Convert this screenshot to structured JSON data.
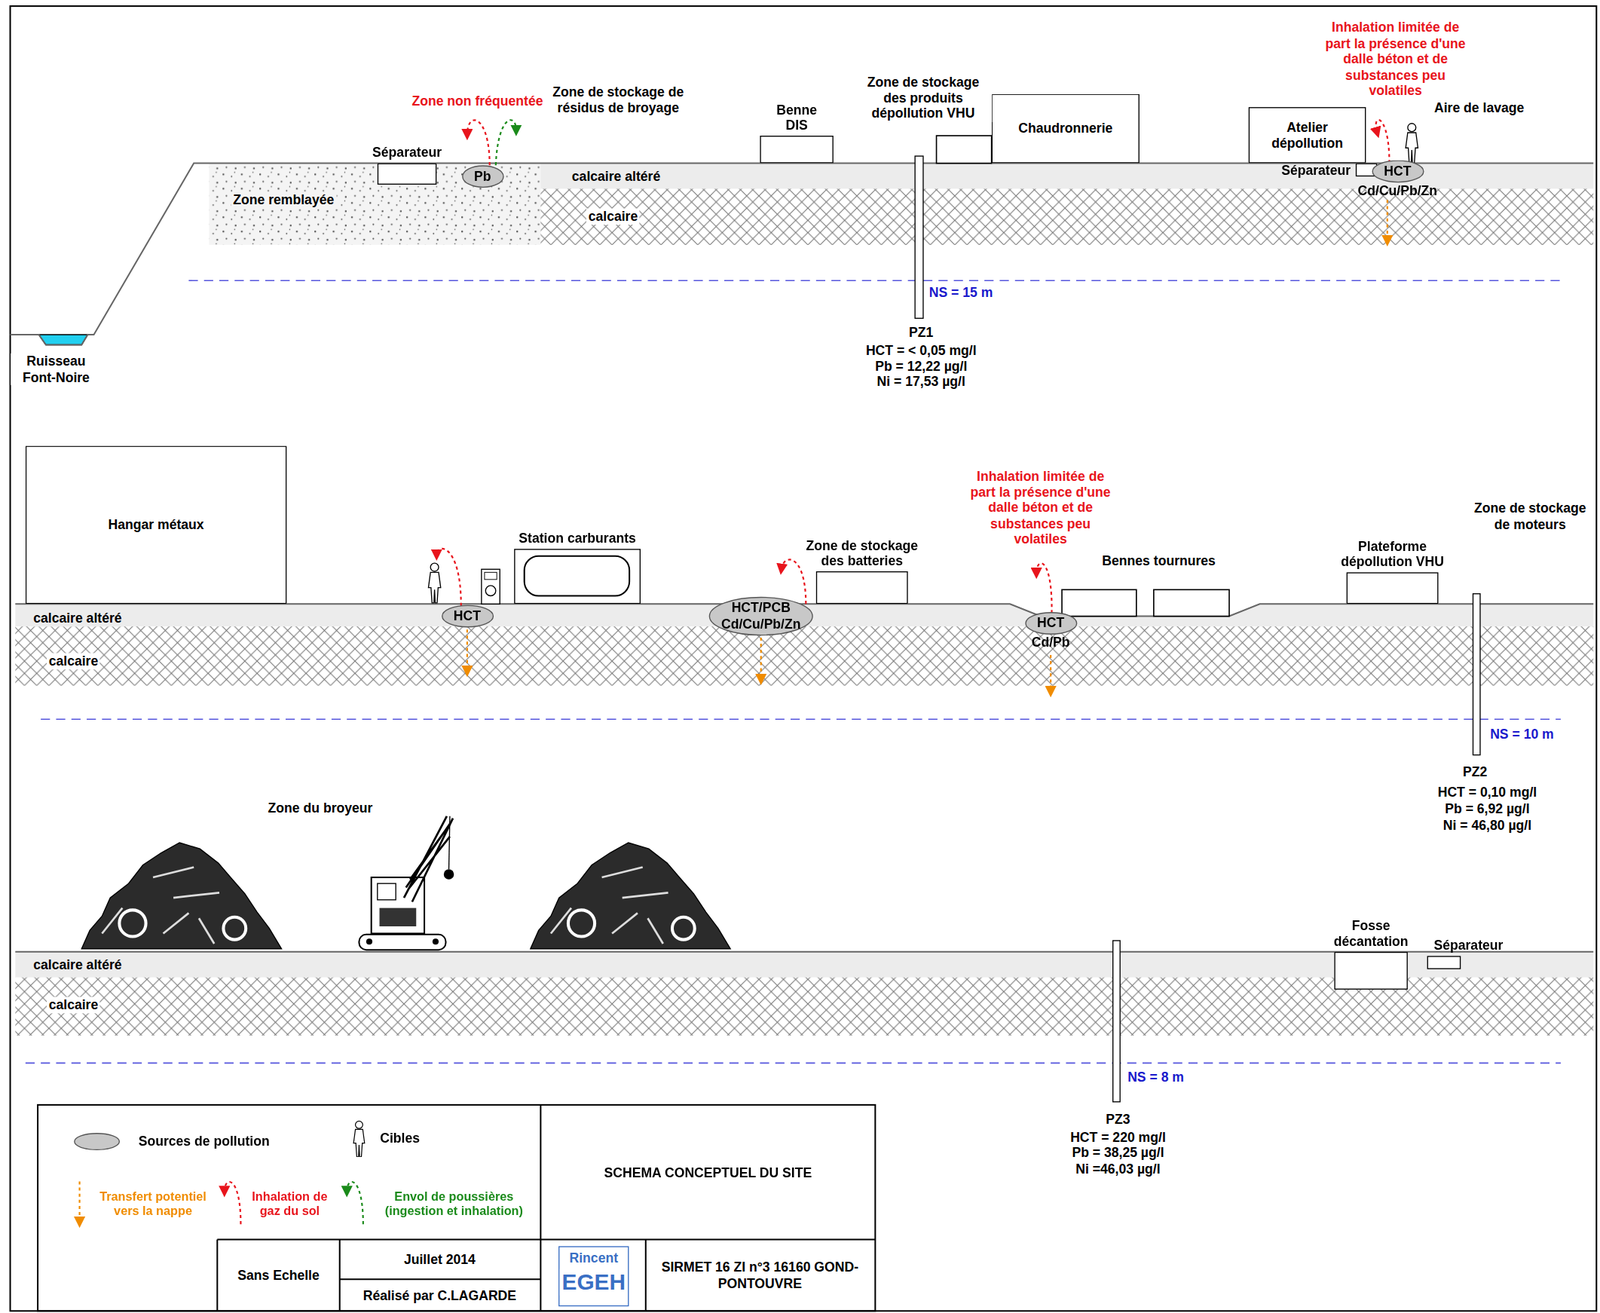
{
  "diagram": {
    "title": "SCHEMA CONCEPTUEL DU SITE",
    "nodes": [
      {
        "text": [
          "Séparateur"
        ]
      },
      {
        "text": [
          "Pb"
        ]
      },
      {
        "text": [
          "Benne DIS"
        ]
      },
      {
        "text": [
          "Chaudronnerie"
        ]
      },
      {
        "text": [
          "Atelier dépollution"
        ]
      },
      {
        "text": [
          "Séparateur"
        ]
      },
      {
        "text": [
          "HCT",
          "Cd/Cu/Pb/Zn"
        ]
      },
      {
        "text": [
          "Hangar métaux"
        ]
      },
      {
        "text": [
          "Station carburants"
        ]
      },
      {
        "text": [
          "HCT"
        ]
      },
      {
        "text": [
          "Zone de stockage des batteries"
        ]
      },
      {
        "text": [
          "HCT/PCB",
          "Cd/Cu/Pb/Zn"
        ]
      },
      {
        "text": [
          "HCT",
          "Cd/Pb"
        ]
      },
      {
        "text": [
          "Plateforme dépollution VHU"
        ]
      },
      {
        "text": [
          "Fosse décantation"
        ]
      },
      {
        "text": [
          "Séparateur"
        ]
      }
    ],
    "labels": [
      "Zone non fréquentée",
      "Zone de stockage de résidus de broyage",
      "Zone remblayée",
      "calcaire altéré",
      "calcaire",
      "Zone de stockage des produits dépollution VHU",
      "Inhalation limitée de part la présence d'une dalle béton et de substances peu volatiles",
      "Aire de lavage",
      "NS = 15 m",
      "PZ1",
      "HCT = < 0,05 mg/l",
      "Pb = 12,22 µg/l",
      "Ni = 17,53 µg/l",
      "Ruisseau Font-Noire",
      "calcaire altéré",
      "calcaire",
      "Inhalation limitée de part la présence d'une dalle béton et de substances peu volatiles",
      "Bennes tournures",
      "Zone de stockage de moteurs",
      "NS = 10 m",
      "PZ2",
      "HCT = 0,10 mg/l",
      "Pb = 6,92 µg/l",
      "Ni = 46,80 µg/l",
      "Zone du broyeur",
      "calcaire altéré",
      "calcaire",
      "NS = 8 m",
      "PZ3",
      "HCT = 220 mg/l",
      "Pb = 38,25 µg/l",
      "Ni =46,03 µg/l",
      "Sans Echelle",
      "Juillet 2014",
      "Réalisé par C.LAGARDE",
      "Rincent",
      "EGEH",
      "SIRMET 16 ZI n°3 16160 GOND-PONTOUVRE"
    ],
    "legend": [
      {
        "text": "Sources de pollution"
      },
      {
        "text": "Cibles"
      },
      {
        "text": "Transfert potentiel vers la nappe"
      },
      {
        "text": "Inhalation de gaz du sol"
      },
      {
        "text": "Envol de poussières (ingestion et inhalation)"
      }
    ]
  }
}
